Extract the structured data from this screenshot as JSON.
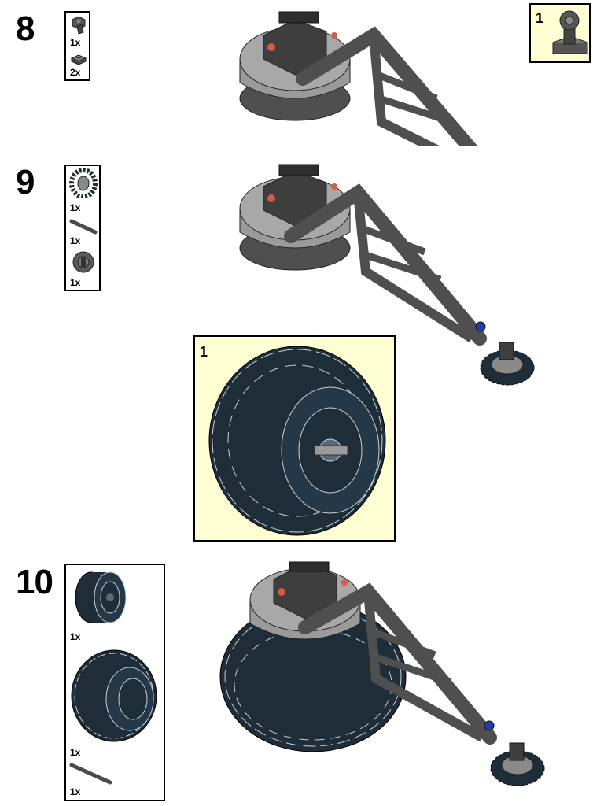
{
  "steps": [
    {
      "number": "8",
      "parts": [
        {
          "name": "connector",
          "qty": "1x"
        },
        {
          "name": "plate",
          "qty": "2x"
        }
      ],
      "callout": {
        "label": "1"
      }
    },
    {
      "number": "9",
      "parts": [
        {
          "name": "gear",
          "qty": "1x"
        },
        {
          "name": "axle",
          "qty": "1x"
        },
        {
          "name": "bushing",
          "qty": "1x"
        }
      ],
      "callout": {
        "label": "1"
      }
    },
    {
      "number": "10",
      "parts": [
        {
          "name": "wheel-rim",
          "qty": "1x"
        },
        {
          "name": "tire",
          "qty": "1x"
        },
        {
          "name": "axle",
          "qty": "1x"
        }
      ]
    }
  ],
  "colors": {
    "callout_bg": "#ffffd4",
    "tire": "#1e2d38",
    "frame": "#4f4f4f",
    "light_gray": "#9a9a9a",
    "accent_blue": "#1f3fa6",
    "accent_red": "#d85a4a"
  }
}
